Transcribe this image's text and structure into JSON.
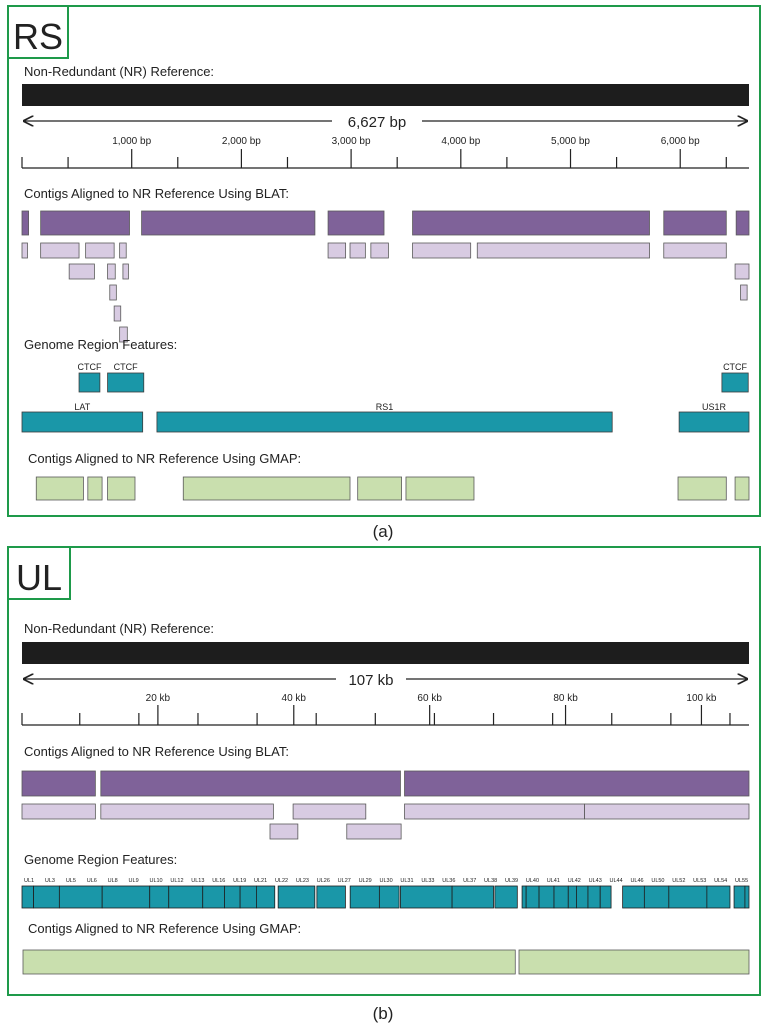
{
  "colors": {
    "frame": "#1e9a4a",
    "reference": "#1d1d1d",
    "blat_main": "#7f6299",
    "blat_sub": "#d8cbe2",
    "feature": "#1a97a8",
    "gmap": "#c9dfae",
    "outline": "#5a5a5a"
  },
  "panels": [
    {
      "id": "rs",
      "tag": "RS",
      "caption": "(a)",
      "total_length_bp": 6627,
      "ref_title": "Non-Redundant (NR) Reference:",
      "length_label": "6,627 bp",
      "ticks": [
        {
          "value": 1000,
          "label": "1,000 bp"
        },
        {
          "value": 2000,
          "label": "2,000 bp"
        },
        {
          "value": 3000,
          "label": "3,000 bp"
        },
        {
          "value": 4000,
          "label": "4,000 bp"
        },
        {
          "value": 5000,
          "label": "5,000 bp"
        },
        {
          "value": 6000,
          "label": "6,000 bp"
        }
      ],
      "minor_ticks": [
        0,
        420,
        1420,
        2420,
        3420,
        4420,
        5420,
        6420
      ],
      "blat_title": "Contigs Aligned to NR Reference Using BLAT:",
      "blat_main": [
        [
          0,
          60
        ],
        [
          170,
          980
        ],
        [
          1090,
          2670
        ],
        [
          2790,
          3300
        ],
        [
          3560,
          5720
        ],
        [
          5850,
          6420
        ],
        [
          6510,
          6627
        ]
      ],
      "blat_sub_rows": [
        [
          [
            0,
            50
          ],
          [
            170,
            520
          ],
          [
            580,
            840
          ],
          [
            890,
            950
          ],
          [
            2790,
            2950
          ],
          [
            2990,
            3130
          ],
          [
            3180,
            3340
          ],
          [
            3560,
            4090
          ],
          [
            4150,
            5720
          ],
          [
            5850,
            6420
          ]
        ],
        [
          [
            430,
            660
          ],
          [
            780,
            850
          ],
          [
            920,
            970
          ],
          [
            6500,
            6627
          ]
        ],
        [
          [
            800,
            860
          ],
          [
            6550,
            6610
          ]
        ],
        [
          [
            840,
            900
          ]
        ],
        [
          [
            890,
            960
          ]
        ]
      ],
      "features_title": "Genome Region Features:",
      "features_small": [
        {
          "label": "CTCF",
          "start": 520,
          "end": 710
        },
        {
          "label": "CTCF",
          "start": 780,
          "end": 1110
        },
        {
          "label": "CTCF",
          "start": 6380,
          "end": 6620
        }
      ],
      "features_large": [
        {
          "label": "LAT",
          "start": 0,
          "end": 1100
        },
        {
          "label": "RS1",
          "start": 1230,
          "end": 5380
        },
        {
          "label": "US1R",
          "start": 5990,
          "end": 6627
        }
      ],
      "gmap_title": "Contigs Aligned to NR Reference Using GMAP:",
      "gmap": [
        [
          130,
          560
        ],
        [
          600,
          730
        ],
        [
          780,
          1030
        ],
        [
          1470,
          2990
        ],
        [
          3060,
          3460
        ],
        [
          3500,
          4120
        ],
        [
          5980,
          6420
        ],
        [
          6500,
          6627
        ]
      ]
    },
    {
      "id": "ul",
      "tag": "UL",
      "caption": "(b)",
      "total_length_bp": 107000,
      "ref_title": "Non-Redundant (NR) Reference:",
      "length_label": "107 kb",
      "ticks": [
        {
          "value": 20000,
          "label": "20 kb"
        },
        {
          "value": 40000,
          "label": "40 kb"
        },
        {
          "value": 60000,
          "label": "60 kb"
        },
        {
          "value": 80000,
          "label": "80 kb"
        },
        {
          "value": 100000,
          "label": "100 kb"
        }
      ],
      "minor_ticks": [
        0,
        8500,
        17200,
        25900,
        34600,
        43300,
        52000,
        60700,
        69400,
        78100,
        86800,
        95500,
        104200
      ],
      "blat_title": "Contigs Aligned to NR Reference Using BLAT:",
      "blat_main": [
        [
          0,
          10800
        ],
        [
          11600,
          55700
        ],
        [
          56300,
          107000
        ]
      ],
      "blat_sub_rows": [
        [
          [
            0,
            10800
          ],
          [
            11600,
            37000
          ],
          [
            39900,
            50600
          ],
          [
            56300,
            82800
          ],
          [
            82800,
            107000
          ]
        ],
        [
          [
            36500,
            40600
          ],
          [
            47800,
            55800
          ]
        ]
      ],
      "features_title": "Genome Region Features:",
      "gene_labels": [
        "UL1",
        "UL3",
        "UL5",
        "UL6",
        "UL8",
        "UL9",
        "UL10",
        "UL12",
        "UL13",
        "UL16",
        "UL19",
        "UL21",
        "UL22",
        "UL23",
        "UL26",
        "UL27",
        "UL29",
        "UL30",
        "UL31",
        "UL33",
        "UL36",
        "UL37",
        "UL38",
        "UL39",
        "UL40",
        "UL41",
        "UL42",
        "UL43",
        "UL44",
        "UL46",
        "UL50",
        "UL52",
        "UL53",
        "UL54",
        "UL55"
      ],
      "genes": [
        [
          0,
          1700
        ],
        [
          1700,
          5500
        ],
        [
          5500,
          11800
        ],
        [
          11800,
          18800
        ],
        [
          18800,
          21600
        ],
        [
          21600,
          26600
        ],
        [
          26600,
          29800
        ],
        [
          29800,
          32100
        ],
        [
          32100,
          34500
        ],
        [
          34500,
          37200
        ],
        [
          37700,
          43100
        ],
        [
          43400,
          47600
        ],
        [
          48300,
          52600
        ],
        [
          52600,
          55500
        ],
        [
          55700,
          63300
        ],
        [
          63300,
          69400
        ],
        [
          69600,
          72900
        ],
        [
          73600,
          74200
        ],
        [
          74200,
          76100
        ],
        [
          76100,
          78300
        ],
        [
          78300,
          80400
        ],
        [
          80400,
          81600
        ],
        [
          81600,
          83300
        ],
        [
          83300,
          85100
        ],
        [
          85100,
          86700
        ],
        [
          88400,
          91600
        ],
        [
          91600,
          95200
        ],
        [
          95200,
          100800
        ],
        [
          100800,
          104200
        ],
        [
          104800,
          106400
        ],
        [
          106400,
          107000
        ]
      ],
      "gmap_title": "Contigs Aligned to NR Reference Using GMAP:",
      "gmap": [
        [
          0,
          72600
        ],
        [
          73000,
          107000
        ]
      ]
    }
  ]
}
